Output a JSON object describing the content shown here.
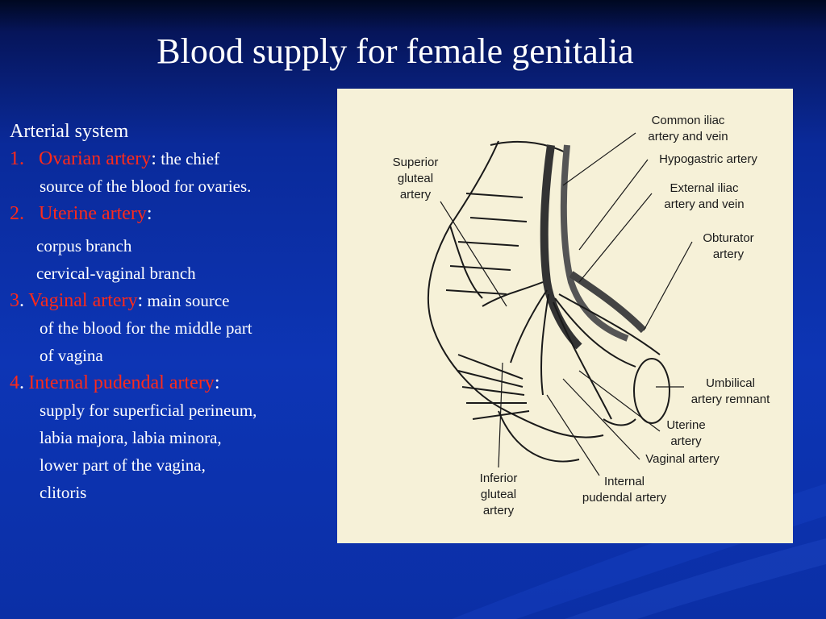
{
  "title": "Blood supply for female genitalia",
  "left": {
    "heading": "Arterial system",
    "item1": {
      "num": "1.",
      "name": "Ovarian artery",
      "colon": ":",
      "desc1": "the chief",
      "desc2": "source of the blood for ovaries."
    },
    "item2": {
      "num": "2.",
      "name": "Uterine artery",
      "colon": ":",
      "sub1": "corpus branch",
      "sub2": "cervical-vaginal branch"
    },
    "item3": {
      "num": "3",
      "dot": ".",
      "name": "Vaginal artery",
      "colon": ":",
      "desc1": "main source",
      "desc2": "of the blood for the middle part",
      "desc3": "of vagina"
    },
    "item4": {
      "num": "4",
      "dot": ".",
      "name": "Internal pudendal artery",
      "colon": ":",
      "desc1": "supply for superficial perineum,",
      "desc2": "labia majora, labia minora,",
      "desc3": "lower part of the vagina,",
      "desc4": "clitoris"
    }
  },
  "figure": {
    "labels": {
      "superior_gluteal": [
        "Superior",
        "gluteal",
        "artery"
      ],
      "common_iliac": [
        "Common iliac",
        "artery and vein"
      ],
      "hypogastric": [
        "Hypogastric artery"
      ],
      "external_iliac": [
        "External iliac",
        "artery and vein"
      ],
      "obturator": [
        "Obturator",
        "artery"
      ],
      "umbilical": [
        "Umbilical",
        "artery remnant"
      ],
      "uterine": [
        "Uterine",
        "artery"
      ],
      "vaginal": [
        "Vaginal artery"
      ],
      "inferior_gluteal": [
        "Inferior",
        "gluteal",
        "artery"
      ],
      "internal_pudendal": [
        "Internal",
        "pudendal artery"
      ]
    }
  }
}
